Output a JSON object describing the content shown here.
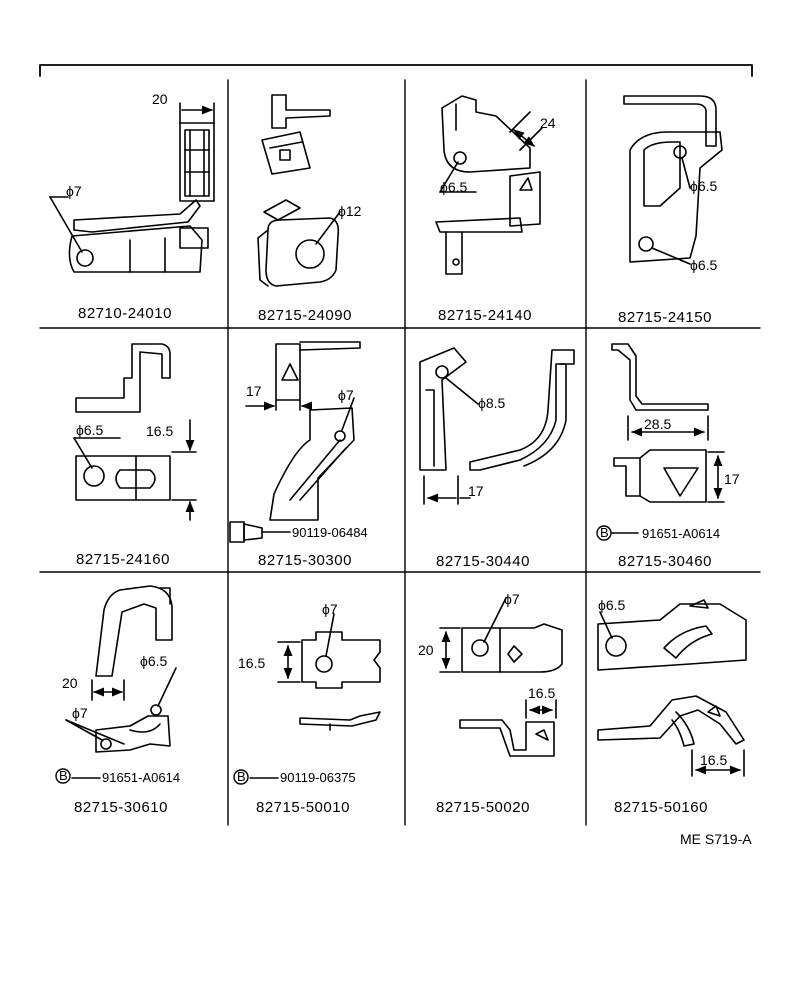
{
  "diagram": {
    "drawing_code": "ME S719-A",
    "cells": [
      {
        "part_number": "82710-24010",
        "dims": [
          "20",
          "ϕ7"
        ]
      },
      {
        "part_number": "82715-24090",
        "dims": [
          "ϕ12"
        ]
      },
      {
        "part_number": "82715-24140",
        "dims": [
          "24",
          "ϕ6.5"
        ]
      },
      {
        "part_number": "82715-24150",
        "dims": [
          "ϕ6.5",
          "ϕ6.5"
        ]
      },
      {
        "part_number": "82715-24160",
        "dims": [
          "ϕ6.5",
          "16.5"
        ]
      },
      {
        "part_number": "82715-30300",
        "dims": [
          "17",
          "ϕ7"
        ],
        "hardware": {
          "marker": "",
          "number": "90119-06484"
        }
      },
      {
        "part_number": "82715-30440",
        "dims": [
          "ϕ8.5",
          "17"
        ]
      },
      {
        "part_number": "82715-30460",
        "dims": [
          "28.5",
          "17"
        ],
        "hardware": {
          "marker": "B",
          "number": "91651-A0614"
        }
      },
      {
        "part_number": "82715-30610",
        "dims": [
          "20",
          "ϕ6.5",
          "ϕ7"
        ],
        "hardware": {
          "marker": "B",
          "number": "91651-A0614"
        }
      },
      {
        "part_number": "82715-50010",
        "dims": [
          "ϕ7",
          "16.5"
        ],
        "hardware": {
          "marker": "B",
          "number": "90119-06375"
        }
      },
      {
        "part_number": "82715-50020",
        "dims": [
          "ϕ7",
          "20",
          "16.5"
        ]
      },
      {
        "part_number": "82715-50160",
        "dims": [
          "ϕ6.5",
          "16.5"
        ]
      }
    ]
  }
}
